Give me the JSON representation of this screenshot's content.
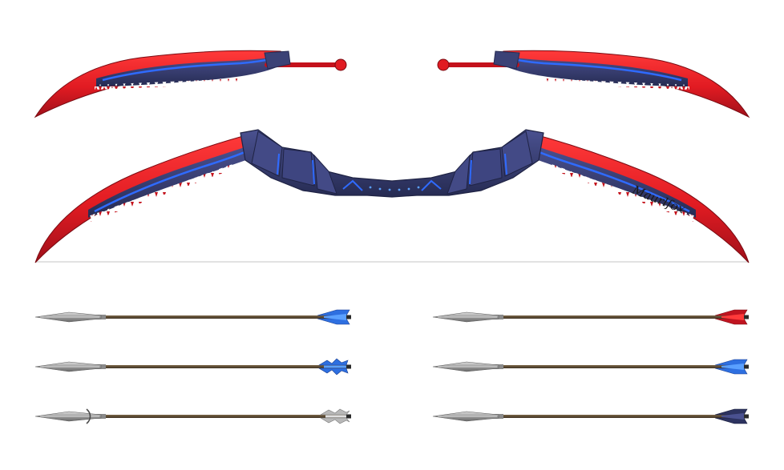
{
  "artist_signature": "Maurlfox",
  "colors": {
    "background": "#ffffff",
    "limb_red": "#e11b22",
    "limb_red_dark": "#a0101a",
    "limb_red_light": "#ff3a3a",
    "core_navy": "#3b4276",
    "core_navy_dark": "#262b52",
    "glow_blue": "#2f6bff",
    "glow_blue_light": "#5aa0ff",
    "teeth_white": "#ffffff",
    "teeth_red": "#c4121c",
    "string_gray": "#d9d9d9",
    "shaft_brown": "#5a4a35",
    "head_steel": "#8c8c8c",
    "head_steel_light": "#cfcfcf",
    "fletch_blue": "#2e6fe0",
    "fletch_red": "#c01420",
    "fletch_navy": "#2d3360",
    "fletch_silver": "#b8b8b8"
  },
  "parts": {
    "upper_left_limb": "detached-upper-limb",
    "upper_right_limb": "detached-lower-limb",
    "assembled_bow": "assembled-recurve-bow"
  },
  "arrows": [
    {
      "name": "arrow-blue-fletch",
      "fletch": "blue",
      "barb": false
    },
    {
      "name": "arrow-blue-feather-fletch",
      "fletch": "blue-feather",
      "barb": false
    },
    {
      "name": "arrow-silver-fletch",
      "fletch": "silver",
      "barb": true
    },
    {
      "name": "arrow-red-fletch",
      "fletch": "red",
      "barb": false
    },
    {
      "name": "arrow-blue-right-fletch",
      "fletch": "blue",
      "barb": false
    },
    {
      "name": "arrow-navy-fletch",
      "fletch": "navy",
      "barb": false
    }
  ]
}
